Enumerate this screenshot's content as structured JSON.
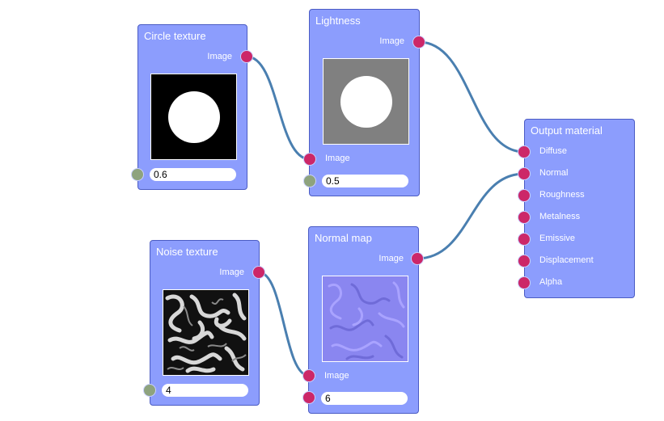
{
  "colors": {
    "node_bg": "#8c9dfd",
    "node_border": "#4b5cc4",
    "image_port": "#cc2768",
    "number_port": "#8ea37e",
    "wire": "#4a7fb0"
  },
  "nodes": {
    "circle_texture": {
      "title": "Circle texture",
      "output_label": "Image",
      "value": "0.6"
    },
    "lightness": {
      "title": "Lightness",
      "output_label": "Image",
      "input_label": "Image",
      "value": "0.5"
    },
    "noise_texture": {
      "title": "Noise texture",
      "output_label": "Image",
      "value": "4"
    },
    "normal_map": {
      "title": "Normal map",
      "output_label": "Image",
      "input_label": "Image",
      "value": "6"
    },
    "output_material": {
      "title": "Output material",
      "inputs": [
        "Diffuse",
        "Normal",
        "Roughness",
        "Metalness",
        "Emissive",
        "Displacement",
        "Alpha"
      ]
    }
  },
  "connections": [
    {
      "from": "circle_texture.Image",
      "to": "lightness.Image"
    },
    {
      "from": "lightness.Image",
      "to": "output_material.Diffuse"
    },
    {
      "from": "noise_texture.Image",
      "to": "normal_map.Image"
    },
    {
      "from": "normal_map.Image",
      "to": "output_material.Normal"
    }
  ]
}
